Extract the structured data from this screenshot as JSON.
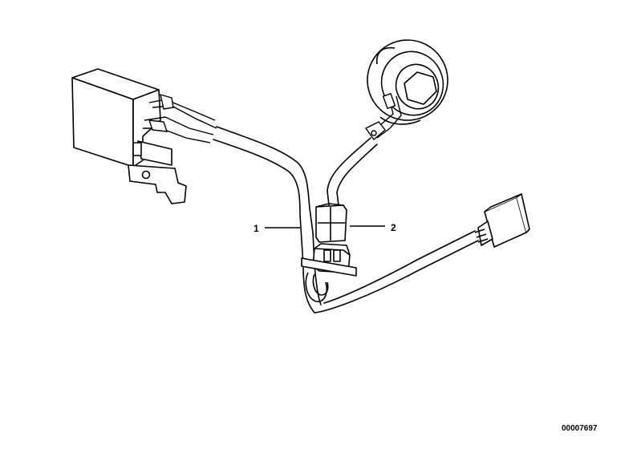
{
  "callouts": {
    "label_1": "1",
    "label_2": "2"
  },
  "drawing_number": "00007697",
  "colors": {
    "line": "#000000",
    "background": "#ffffff"
  }
}
